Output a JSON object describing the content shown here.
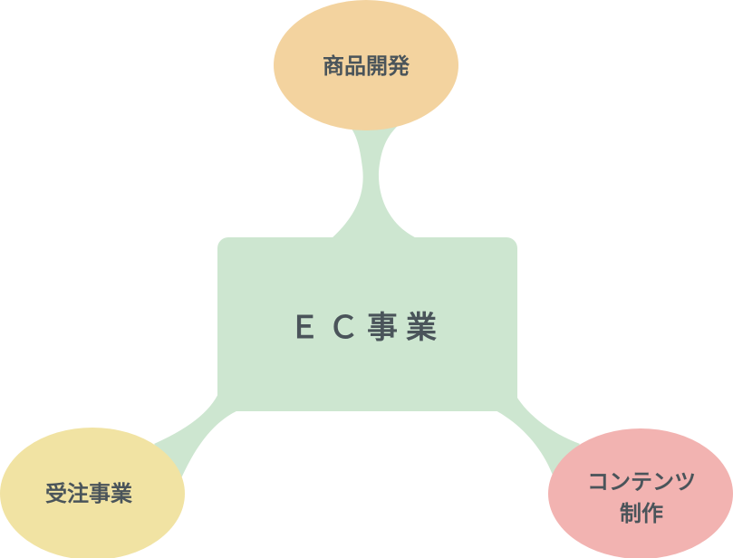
{
  "diagram": {
    "center": {
      "label": "ＥＣ事業",
      "color": "#cde6d0"
    },
    "nodes": [
      {
        "id": "product",
        "label": "商品開発",
        "color": "#f3d39f"
      },
      {
        "id": "orders",
        "label": "受注事業",
        "color": "#f1e3a3"
      },
      {
        "id": "content",
        "line1": "コンテンツ",
        "line2": "制作",
        "color": "#f2b3b1"
      }
    ],
    "connector_color": "#cde6d0",
    "text_color": "#4a545a"
  }
}
